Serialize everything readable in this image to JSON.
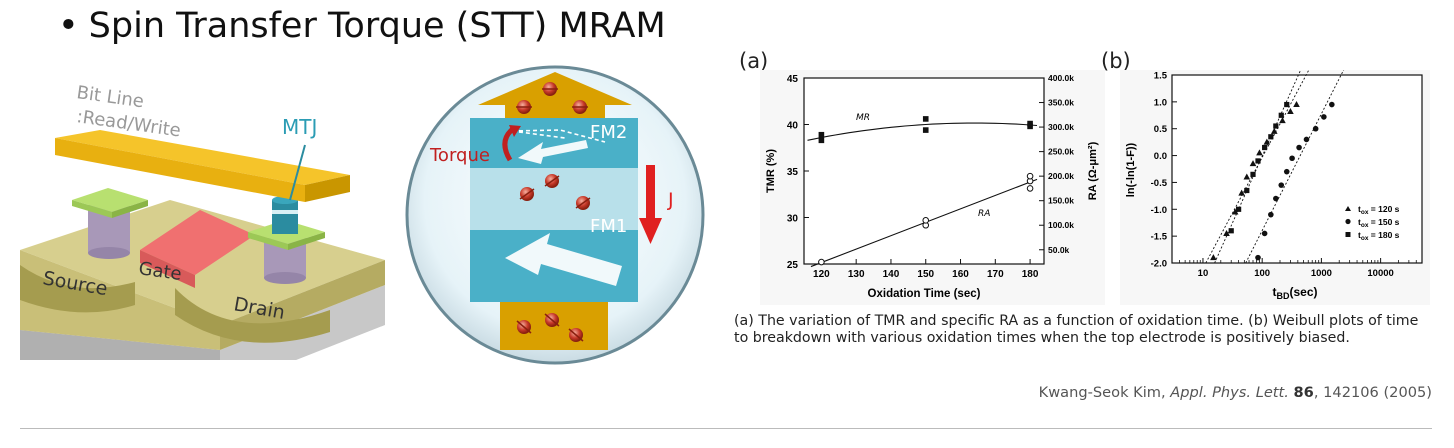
{
  "slide": {
    "title": "Spin Transfer Torque (STT) MRAM",
    "bullet": "•"
  },
  "cell_diagram": {
    "bitline_label_1": "Bit Line",
    "bitline_label_2": ":Read/Write",
    "mtj_label": "MTJ",
    "gate_label": "Gate",
    "source_label": "Source",
    "drain_label": "Drain",
    "colors": {
      "bitline": "#f0c020",
      "gate": "#f07070",
      "substrate": "#c9bf78",
      "plug": "#a898b8",
      "mtj": "#2b8ca0",
      "pad": "#b8e070"
    }
  },
  "stt_diagram": {
    "fm2_label": "FM2",
    "fm1_label": "FM1",
    "torque_label": "Torque",
    "current_label": "J",
    "colors": {
      "layer": "#4ab0c8",
      "barrier": "#b8e0ea",
      "arrow": "#d9a000",
      "current": "#e02020",
      "torque": "#c02020"
    }
  },
  "figure": {
    "panel_a_label": "(a)",
    "panel_b_label": "(b)",
    "caption": "(a) The variation of TMR and specific RA as a function of oxidation time. (b) Weibull plots of time to breakdown with various oxidation times when the top electrode is positively biased.",
    "citation": {
      "author": "Kwang-Seok Kim, ",
      "journal": "Appl. Phys. Lett.",
      "volume": "86",
      "rest": ", 142106 (2005)"
    }
  },
  "chart_data": [
    {
      "type": "line",
      "panel": "(a)",
      "xlabel": "Oxidation Time (sec)",
      "ylabel": "TMR (%)",
      "y2label": "RA (Ω-μm²)",
      "x_ticks": [
        "120",
        "130",
        "140",
        "150",
        "160",
        "170",
        "180"
      ],
      "y_ticks": [
        "25",
        "30",
        "35",
        "40",
        "45"
      ],
      "y2_ticks": [
        "50.0k",
        "100.0k",
        "150.0k",
        "200.0k",
        "250.0k",
        "300.0k",
        "350.0k",
        "400.0k"
      ],
      "xlim": [
        115,
        184
      ],
      "ylim": [
        25,
        45
      ],
      "y2lim": [
        21000,
        400000
      ],
      "series": [
        {
          "name": "MR",
          "axis": "left",
          "marker": "square-filled",
          "x": [
            120,
            120,
            150,
            150,
            180,
            180
          ],
          "y": [
            38.3,
            38.9,
            39.4,
            40.6,
            39.8,
            40.1
          ]
        },
        {
          "name": "RA",
          "axis": "right",
          "marker": "circle-open",
          "x": [
            120,
            150,
            150,
            180,
            180,
            180
          ],
          "y": [
            25000,
            100000,
            110000,
            175000,
            190000,
            200000
          ]
        }
      ],
      "grid": false,
      "legend": "inline labels"
    },
    {
      "type": "scatter",
      "panel": "(b)",
      "xlabel": "t",
      "xlabel_sub": "BD",
      "xlabel_suffix": "(sec)",
      "ylabel": "ln(-ln(1-F))",
      "x_ticks": [
        "10",
        "100",
        "1000",
        "10000"
      ],
      "y_ticks": [
        "1.5",
        "1.0",
        "0.5",
        "0.0",
        "-0.5",
        "-1.0",
        "-1.5",
        "-2.0"
      ],
      "x_scale": "log",
      "xlim": [
        3,
        50000
      ],
      "ylim": [
        -2.0,
        1.5
      ],
      "series": [
        {
          "name": "t_ox = 120 s",
          "marker": "triangle",
          "x": [
            15,
            25,
            35,
            45,
            55,
            70,
            90,
            120,
            160,
            220,
            300,
            380
          ],
          "y": [
            -1.9,
            -1.45,
            -1.05,
            -0.7,
            -0.4,
            -0.15,
            0.05,
            0.25,
            0.45,
            0.65,
            0.82,
            0.95
          ]
        },
        {
          "name": "t_ox = 150 s",
          "marker": "circle",
          "x": [
            85,
            110,
            140,
            170,
            210,
            260,
            320,
            420,
            560,
            800,
            1100,
            1500
          ],
          "y": [
            -1.9,
            -1.45,
            -1.1,
            -0.8,
            -0.55,
            -0.3,
            -0.05,
            0.15,
            0.3,
            0.5,
            0.72,
            0.95
          ]
        },
        {
          "name": "t_ox = 180 s",
          "marker": "square",
          "x": [
            30,
            40,
            55,
            70,
            85,
            110,
            140,
            170,
            210,
            260
          ],
          "y": [
            -1.4,
            -1.0,
            -0.65,
            -0.35,
            -0.1,
            0.15,
            0.35,
            0.55,
            0.75,
            0.95
          ]
        }
      ],
      "grid": false,
      "legend": "bottom-right",
      "legend_prefix": "t",
      "legend_sub": "ox",
      "legend_values": [
        "= 120 s",
        "= 150 s",
        "= 180 s"
      ]
    }
  ]
}
